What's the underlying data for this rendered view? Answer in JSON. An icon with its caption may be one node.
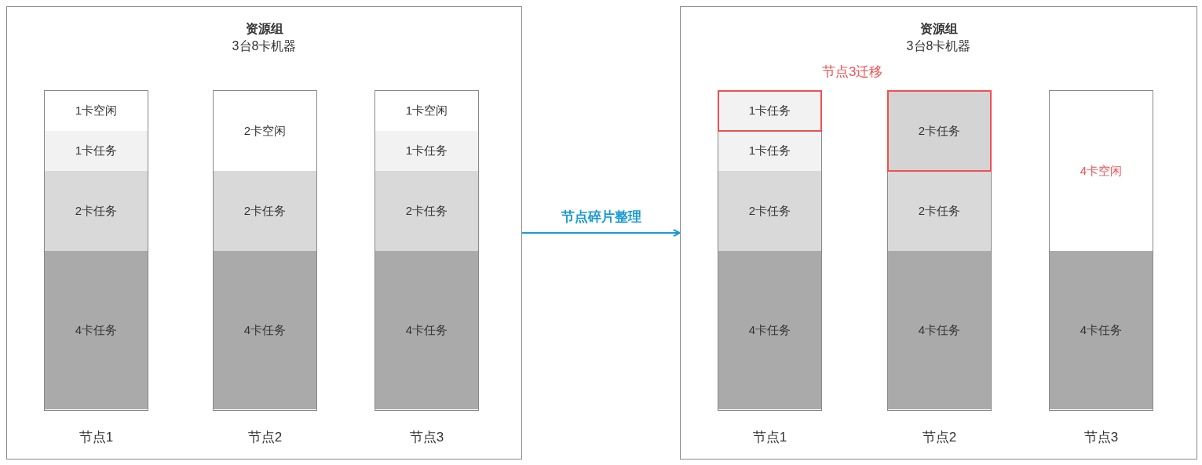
{
  "diagram": {
    "nodes": [
      {
        "text": [
          "资源组",
          "3台8卡机器"
        ]
      },
      {
        "text": [
          "节点1"
        ],
        "in": 0
      },
      {
        "text": [
          "1卡空闲"
        ],
        "in": 1
      },
      {
        "text": [
          "1卡任务"
        ],
        "in": 1
      },
      {
        "text": [
          "2卡任务"
        ],
        "in": 1
      },
      {
        "text": [
          "4卡任务"
        ],
        "in": 1
      },
      {
        "text": [
          "节点2"
        ],
        "in": 0
      },
      {
        "text": [
          "2卡空闲"
        ],
        "in": 6
      },
      {
        "text": [
          "2卡任务"
        ],
        "in": 6
      },
      {
        "text": [
          "4卡任务"
        ],
        "in": 6
      },
      {
        "text": [
          "节点3"
        ],
        "in": 0
      },
      {
        "text": [
          "1卡空闲"
        ],
        "in": 10
      },
      {
        "text": [
          "1卡任务"
        ],
        "in": 10
      },
      {
        "text": [
          "2卡任务"
        ],
        "in": 10
      },
      {
        "text": [
          "4卡任务"
        ],
        "in": 10
      },
      {
        "text": [
          "资源组",
          "3台8卡机器"
        ]
      },
      {
        "text": [
          "节点1"
        ],
        "in": 15
      },
      {
        "text": [
          "1卡任务"
        ],
        "in": 16
      },
      {
        "text": [
          "1卡任务"
        ],
        "in": 16
      },
      {
        "text": [
          "2卡任务"
        ],
        "in": 16
      },
      {
        "text": [
          "4卡任务"
        ],
        "in": 16
      },
      {
        "text": [
          "节点2"
        ],
        "in": 15
      },
      {
        "text": [
          "2卡任务"
        ],
        "in": 21
      },
      {
        "text": [
          "2卡任务"
        ],
        "in": 21
      },
      {
        "text": [
          "4卡任务"
        ],
        "in": 21
      },
      {
        "text": [
          "节点3"
        ],
        "in": 15
      },
      {
        "text": [
          "4卡空闲"
        ],
        "in": 25
      },
      {
        "text": [
          "4卡任务"
        ],
        "in": 25
      }
    ],
    "edges": [
      {
        "from": 0,
        "to": 15,
        "arrow": "to",
        "label": "节点碎片整理",
        "color": "#1a9ad6"
      }
    ],
    "labels": [
      "节点3迁移"
    ]
  }
}
